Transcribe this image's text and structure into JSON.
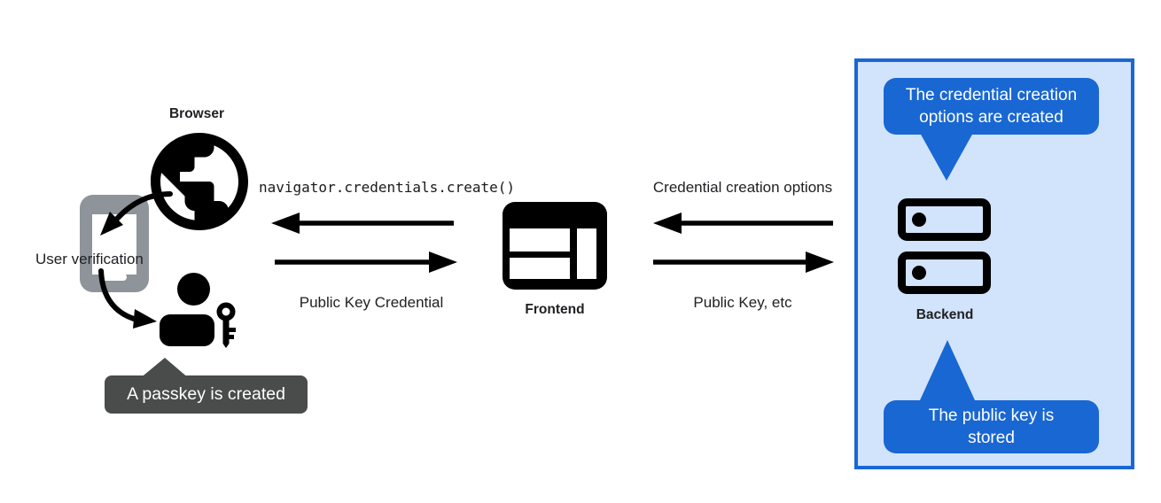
{
  "left": {
    "browser_label": "Browser",
    "user_verification_label": "User verification",
    "passkey_tooltip": "A passkey is created"
  },
  "frontend": {
    "label": "Frontend",
    "top_arrow_label": "navigator.credentials.create()",
    "bottom_arrow_label": "Public Key Credential"
  },
  "backend": {
    "label": "Backend",
    "top_arrow_label": "Credential creation options",
    "bottom_arrow_label": "Public Key, etc",
    "top_tooltip": "The credential creation\noptions are created",
    "bottom_tooltip": "The public key is\nstored"
  },
  "colors": {
    "tooltip_blue": "#1967d2",
    "panel_background_blue": "#d2e3fc",
    "panel_border_blue": "#1967d2",
    "tooltip_dark_gray": "#4a4c4c",
    "phone_gray": "#8e9499",
    "icon_black": "#000000",
    "tooltip_text": "#ffffff"
  },
  "icons": {
    "globe": "globe-browser-icon",
    "phone": "smartphone-icon",
    "person_key": "person-with-key-passkey-icon",
    "frontend": "browser-window-icon",
    "backend": "server-stack-icon"
  }
}
